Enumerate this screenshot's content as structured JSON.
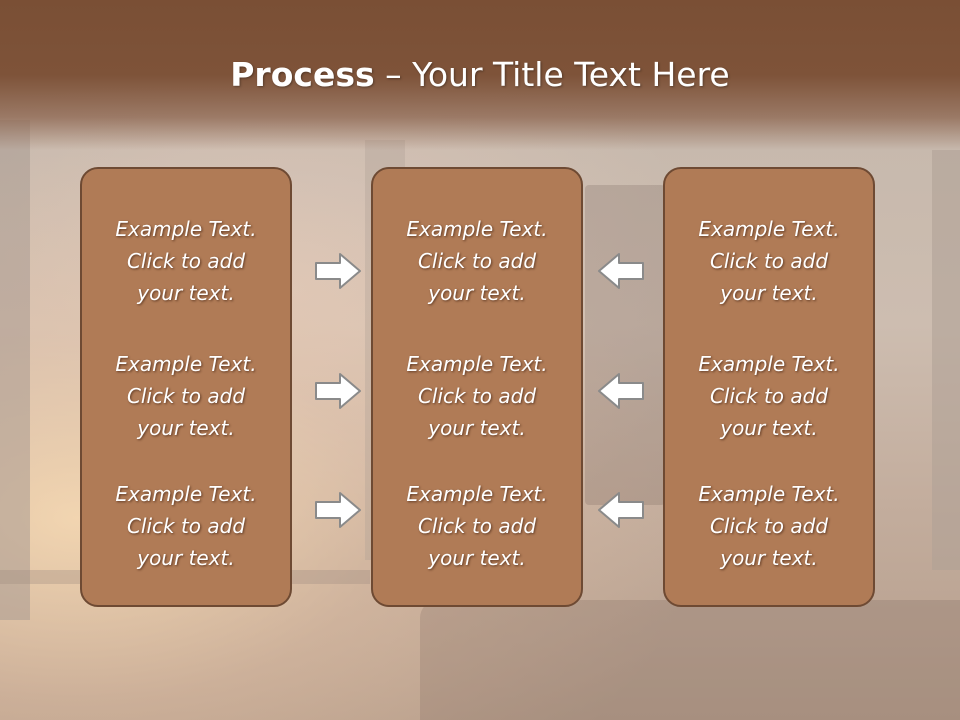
{
  "slide": {
    "title_bold": "Process",
    "title_rest": " – Your Title Text Here"
  },
  "columns": [
    {
      "items": [
        {
          "l1": "Example Text.",
          "l2": "Click  to add",
          "l3": "your text."
        },
        {
          "l1": "Example Text.",
          "l2": "Click  to add",
          "l3": "your text."
        },
        {
          "l1": "Example Text.",
          "l2": "Click  to add",
          "l3": "your text."
        }
      ]
    },
    {
      "items": [
        {
          "l1": "Example Text.",
          "l2": "Click  to add",
          "l3": "your text."
        },
        {
          "l1": "Example Text.",
          "l2": "Click  to add",
          "l3": "your text."
        },
        {
          "l1": "Example Text.",
          "l2": "Click  to add",
          "l3": "your text."
        }
      ]
    },
    {
      "items": [
        {
          "l1": "Example Text.",
          "l2": "Click  to add",
          "l3": "your text."
        },
        {
          "l1": "Example Text.",
          "l2": "Click  to add",
          "l3": "your text."
        },
        {
          "l1": "Example Text.",
          "l2": "Click  to add",
          "l3": "your text."
        }
      ]
    }
  ],
  "arrows": {
    "left_group": "arrow-right-icon",
    "right_group": "arrow-left-icon"
  },
  "colors": {
    "header": "#7a4f35",
    "panel_fill": "#b07b56",
    "panel_border": "#6e4a33",
    "text": "#ffffff"
  }
}
